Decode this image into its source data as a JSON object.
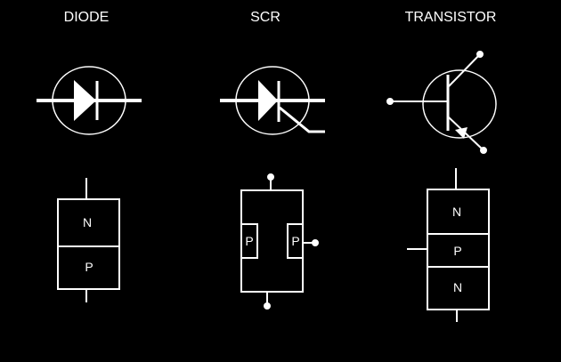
{
  "titles": {
    "diode": "DIODE",
    "scr": "SCR",
    "transistor": "TRANSISTOR"
  },
  "diode_layers": [
    "N",
    "P"
  ],
  "scr_layers": [
    "P",
    "P"
  ],
  "transistor_layers": [
    "N",
    "P",
    "N"
  ],
  "colors": {
    "background": "#000000",
    "stroke": "#ffffff"
  }
}
